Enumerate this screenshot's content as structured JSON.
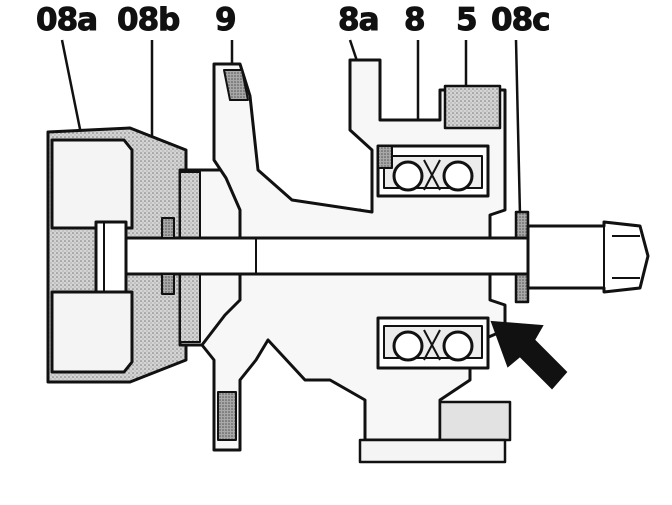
{
  "labels": {
    "l08a": "08a",
    "l08b": "08b",
    "l9": "9",
    "l8a": "8a",
    "l8": "8",
    "l5": "5",
    "l08c": "08c"
  },
  "colors": {
    "ink": "#111111",
    "halftone": "#bdbdbd",
    "paper": "#ffffff"
  }
}
